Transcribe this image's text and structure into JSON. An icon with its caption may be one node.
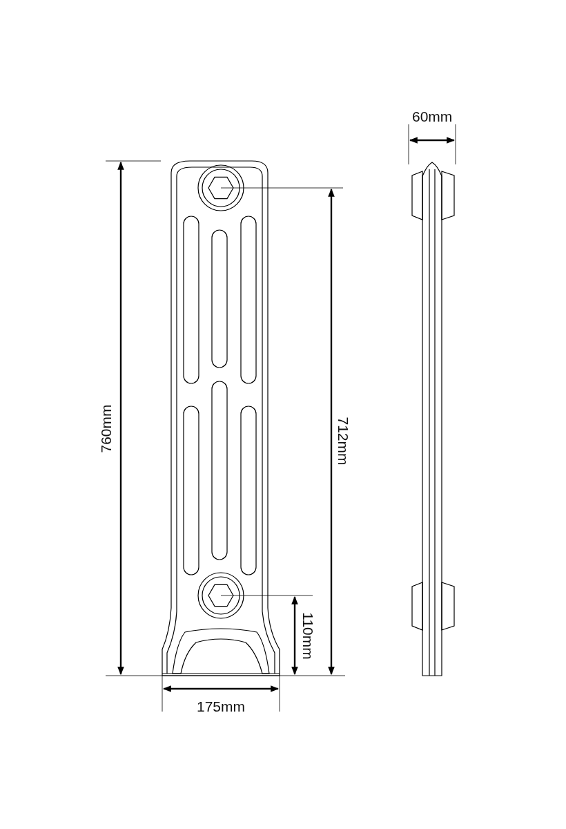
{
  "diagram": {
    "labels": [
      "60mm",
      "760mm",
      "712mm",
      "110mm",
      "175mm"
    ]
  }
}
